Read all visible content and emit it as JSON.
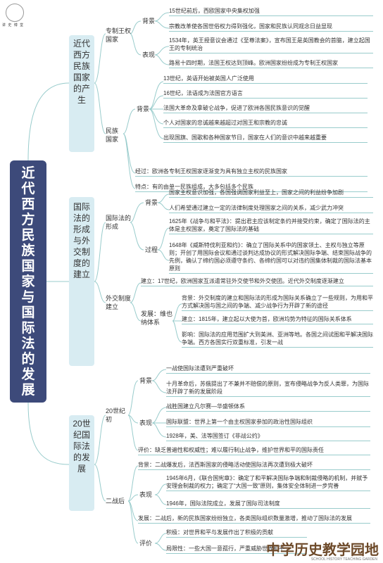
{
  "brand": {
    "logo_text": "讲 史 博 堂",
    "watermark": "中学历史教学园地",
    "watermark_sub": "SCHOOL HISTORY TEACHING GARDEN"
  },
  "root": {
    "title": "近代西方民族国家与国际法的发展"
  },
  "sections": [
    {
      "title": "近代西方民族国家的产生",
      "groups": [
        {
          "label": "专制王权国家",
          "items": [
            {
              "label": "背景",
              "leaves": [
                "15世纪前后，西欧国家中央集权加强",
                "宗教改革使各国世俗权力得到强化，国家和民族认同观念日益显现"
              ]
            },
            {
              "label": "表现",
              "leaves": [
                "1534年，英王授意议会通过《至尊法案》，宣布国王是英国教会的首脑，建立起国王的专制统治",
                "路易十四时期，法国王权达到顶峰。欧洲国家纷纷成为专制王权国家"
              ]
            }
          ]
        },
        {
          "label": "民族国家",
          "items": [
            {
              "label": "背景",
              "leaves": [
                "13世纪，英语开始被英国人广泛使用",
                "16世纪，法语成为法国官方语言",
                "法国大革命及拿破仑战争，促进了欧洲各国民族意识的觉醒",
                "个人对国家的忠诚越来越超过对国王和宗教的忠诚",
                "出现国旗、国歌和各种国家节日，国家在人们的意识中越来越重要"
              ]
            },
            {
              "label": "",
              "leaves": [
                "经过：欧洲各专制王权国家逐渐变为具有独立主权的民族国家",
                "特点：有的由单一民族组成，大多包括多个民族"
              ]
            }
          ]
        }
      ]
    },
    {
      "title": "国际法的形成与外交制度的建立",
      "groups": [
        {
          "label": "国际法的形成",
          "items": [
            {
              "label": "背景",
              "leaves": [
                "国家主权意识加强，各国强调国家利益至上，国家之间的利益纷争加剧",
                "人们希望通过建立一定的法律制度处理国家之间的关系，减少武力冲突"
              ]
            },
            {
              "label": "过程",
              "leaves": [
                "1625年《战争与和平法》：提出君主应该制定条约并接受约束，确定了国际法的主体是主权国家，奠定了国际法的基础",
                "1648年《威斯特伐利亚和约》：确立了国际关系中的国家领土、主权与独立等原则；开创了用国际会议和通过谈判达成协议的形式解决国际争端、结束国际战争的先例，确认了缔约国必须遵守条约、各缔约国可以对违约国集体制裁的国际法基本原则"
              ]
            }
          ]
        },
        {
          "label": "外交制度建立",
          "items": [
            {
              "label": "",
              "leaves": [
                "建立：17世纪，欧洲国家互派遣常驻外交使节和外交使团。近代外交制度逐渐建立"
              ]
            },
            {
              "label": "发展：维也纳体系",
              "leaves": [
                "背景：外交制度的建立和国际法的形成为国际关系确立了一些规则，为用和平方式解决国与国之间的争端、减少战争行为开辟了新的途径",
                "建立：1815年，建立起以大使为首，欧洲均势为特征的国际关系体系",
                "影响：国际法的应用范围扩大到美洲、亚洲等地。各国之间试图和平解决国际争端。西方各国实行双重标准，引发一战"
              ]
            }
          ]
        }
      ]
    },
    {
      "title": "20世纪国际法的发展",
      "groups": [
        {
          "label": "20世纪初",
          "items": [
            {
              "label": "背景",
              "leaves": [
                "一战使国际法遭到严重破坏",
                "十月革命后，苏俄提出了不兼并不赔偿的原则，宣布侵略战争为反人类罪，为国际法开辟了新的发展阶段"
              ]
            },
            {
              "label": "表现",
              "leaves": [
                "战胜国建立凡尔赛—华盛顿体系",
                "国际联盟：世界上第一个由主权国家参加的政治性国际组织",
                "1928年，美、法等国签订《非战公约》"
              ]
            },
            {
              "label": "",
              "leaves": [
                "评价：缺乏普遍性和权威性；难以履行制止战争，维护世界和平的国际责任"
              ]
            }
          ]
        },
        {
          "label": "二战后",
          "items": [
            {
              "label": "",
              "leaves": [
                "背景：二战爆发后，法西斯国家的侵略活动使国际法再次遭到极大破坏"
              ]
            },
            {
              "label": "表现",
              "leaves": [
                "1945年6月，《联合国宪章》：确定了和平解决国际争端和制裁侵略的机制，并赋予安理会制裁的权力；确定了“大国一致”原则，集体安全体制进一步完善",
                "1946年，国际法院成立，发展了国际司法制度"
              ]
            },
            {
              "label": "",
              "leaves": [
                "发展：二战后，新的民族国家纷纷独立，各类国际组织数量激增，推动了国际法的发展"
              ]
            },
            {
              "label": "评价",
              "leaves": [
                "积极：对世界和平与发展作出了积极的贡献",
                "局限性：一些大国一意孤行，严重威胁世界和平"
              ]
            }
          ]
        }
      ]
    }
  ]
}
